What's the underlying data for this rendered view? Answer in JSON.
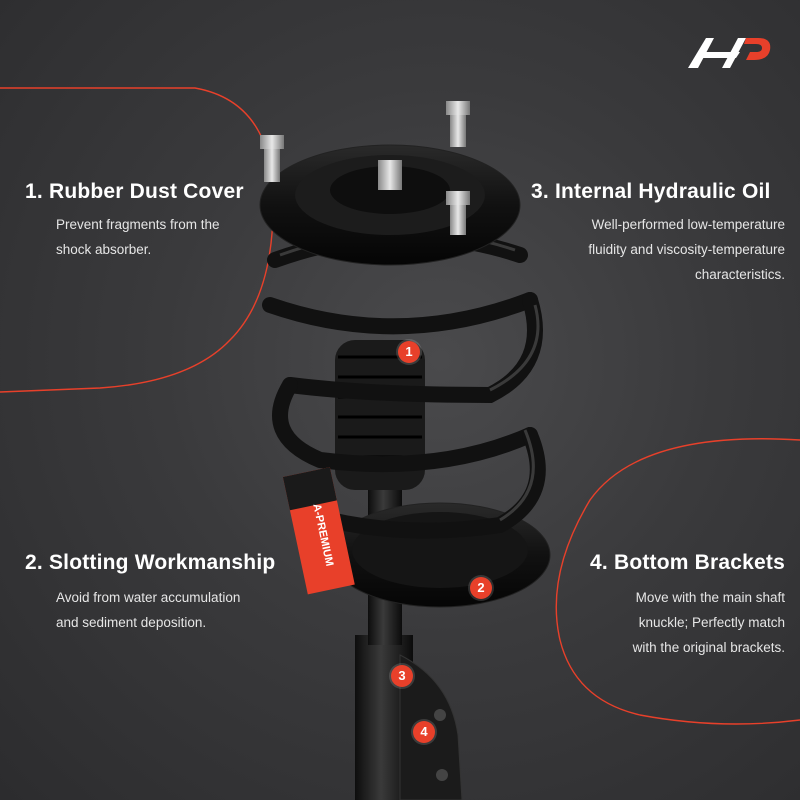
{
  "brand": {
    "accent_color": "#e8402a",
    "logo_icon": "a-premium-logo-icon"
  },
  "features": [
    {
      "title": "1. Rubber Dust Cover",
      "description_lines": [
        "Prevent fragments from the",
        "shock absorber."
      ]
    },
    {
      "title": "2. Slotting Workmanship",
      "description_lines": [
        "Avoid from water accumulation",
        "and sediment deposition."
      ]
    },
    {
      "title": "3. Internal Hydraulic Oil",
      "description_lines": [
        "Well-performed low-temperature",
        "fluidity and viscosity-temperature",
        "characteristics."
      ]
    },
    {
      "title": "4. Bottom Brackets",
      "description_lines": [
        "Move with the main shaft",
        "knuckle; Perfectly match",
        "with the original brackets."
      ]
    }
  ],
  "markers": [
    "1",
    "2",
    "3",
    "4"
  ],
  "product": {
    "label_text": "A-PREMIUM",
    "icon": "strut-assembly-icon"
  }
}
